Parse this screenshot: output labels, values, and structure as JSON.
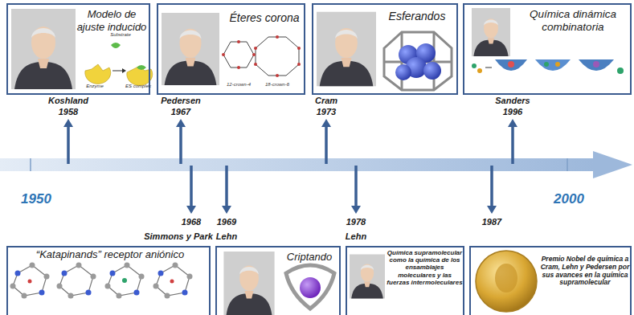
{
  "diagram": {
    "nodes": [
      {
        "text": [
          "Modelo de ajuste inducido"
        ]
      },
      {
        "text": [
          "Éteres corona"
        ]
      },
      {
        "text": [
          "Esferandos"
        ]
      },
      {
        "text": [
          "Química dinámica combinatoria"
        ]
      },
      {
        "text": [
          "“Katapinands” receptor aniónico"
        ]
      },
      {
        "text": [
          "Criptando"
        ]
      },
      {
        "text": [
          "Química supramolecular como la química de los ensamblajes moleculares y las fuerzas intermoleculares"
        ]
      },
      {
        "text": [
          "Premio Nobel de química a Cram, Lehn y Pedersen por sus avances en la química supramolecular"
        ]
      }
    ],
    "labels": [
      "Koshland",
      "1958",
      "Pedersen",
      "1967",
      "Cram",
      "1973",
      "Sanders",
      "1996",
      "1950",
      "2000",
      "1968",
      "Simmons y Park",
      "1969",
      "Lehn",
      "1978",
      "Lehn",
      "1987",
      "Substrate",
      "Enzyme",
      "ES complex",
      "12-crown-4",
      "18-crown-6"
    ]
  }
}
